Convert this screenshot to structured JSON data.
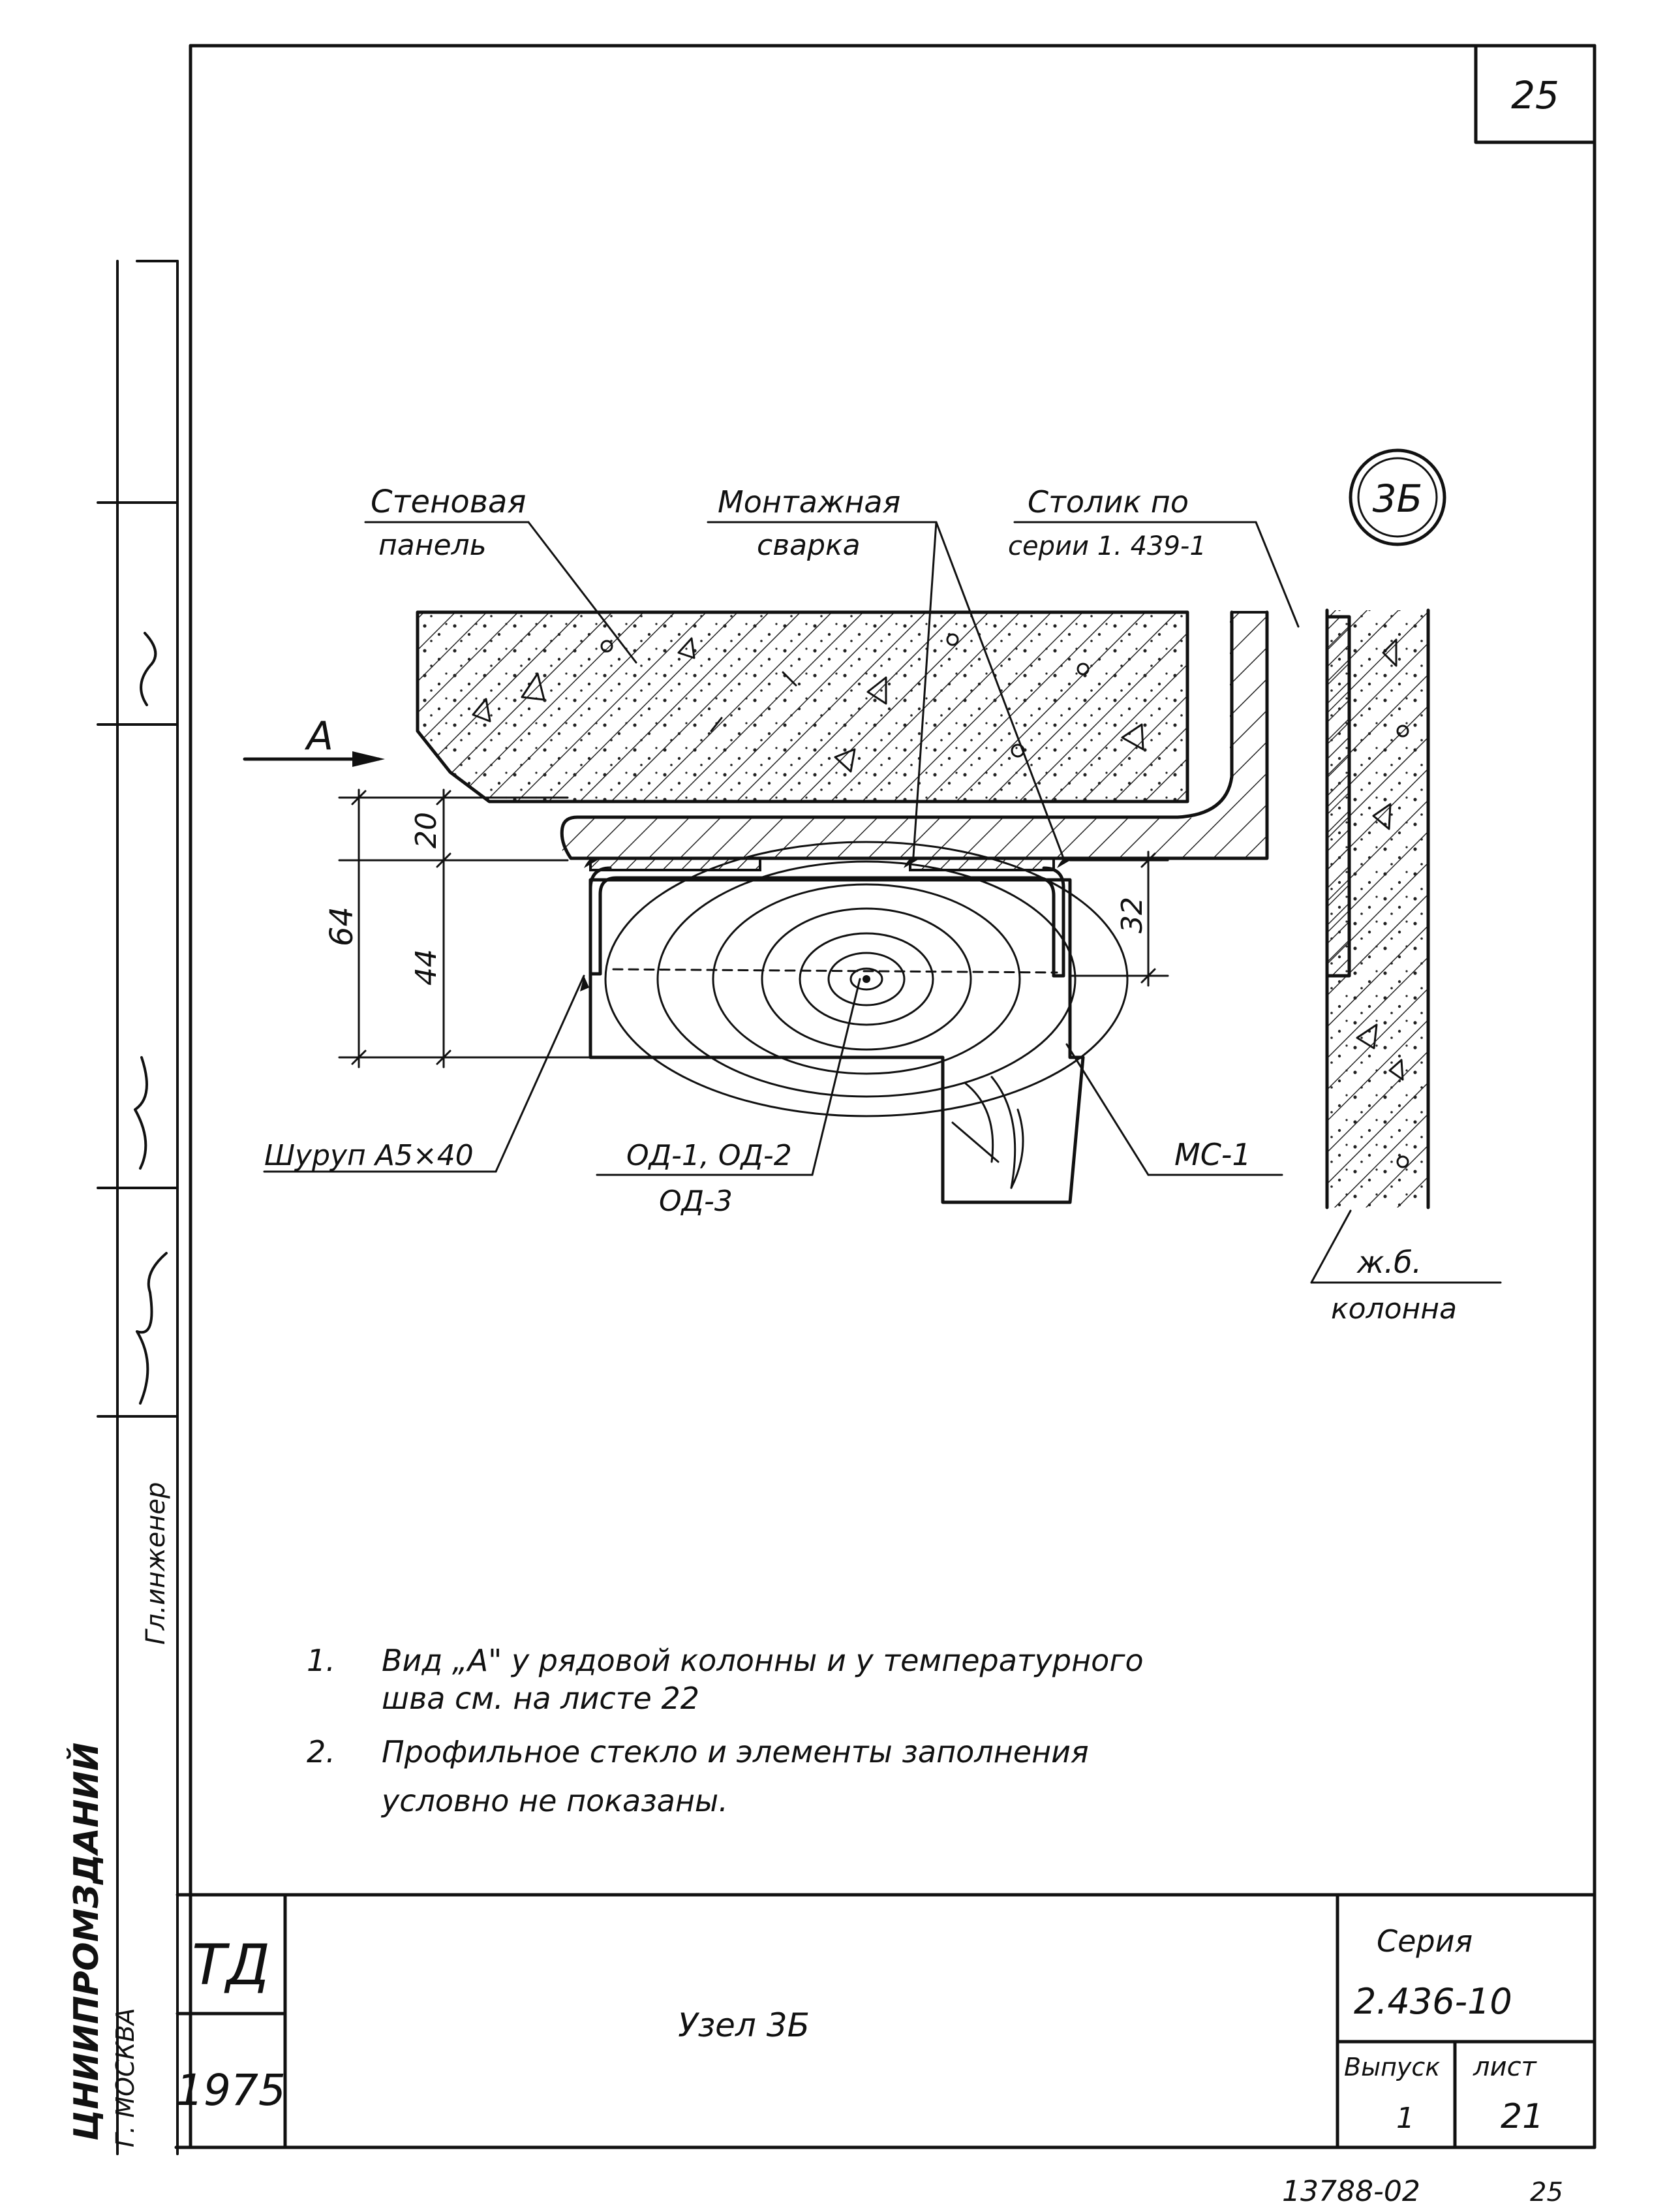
{
  "sheet": {
    "page_number": "25",
    "node_mark": "3Б",
    "bottom_code": "13788-02",
    "bottom_page": "25"
  },
  "labels": {
    "wall_panel_1": "Стеновая",
    "wall_panel_2": "панель",
    "welding_1": "Монтажная",
    "welding_2": "сварка",
    "table_1": "Столик по",
    "table_2": "серии 1. 439-1",
    "view_a": "А",
    "screw": "Шуруп А5×40",
    "od_top": "ОД-1, ОД-2",
    "od_bottom": "ОД-3",
    "mc": "МС-1",
    "column_1": "ж.б.",
    "column_2": "колонна"
  },
  "dimensions": {
    "total": "64",
    "upper": "20",
    "lower": "44",
    "right": "32"
  },
  "notes": [
    {
      "num": "1.",
      "line1": "Вид „А\" у рядовой колонны и у температурного",
      "line2": "шва см. на листе 22"
    },
    {
      "num": "2.",
      "line1": "Профильное стекло и элементы заполнения",
      "line2": "условно не показаны."
    }
  ],
  "stamp": {
    "side_org": "ЦНИИПРОМЗДАНИЙ",
    "side_city": "Г. МОСКВА",
    "side_role": "Гл.инженер",
    "td": "ТД",
    "year": "1975",
    "title": "Узел 3Б",
    "series_label": "Серия",
    "series_value": "2.436-10",
    "issue_label": "Выпуск",
    "issue_value": "1",
    "sheet_label": "лист",
    "sheet_value": "21"
  }
}
